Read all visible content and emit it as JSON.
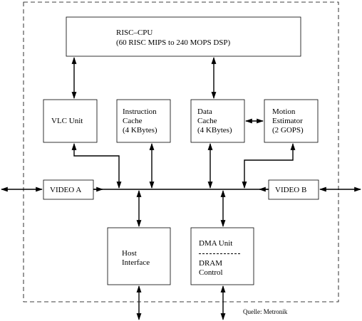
{
  "blocks": {
    "cpu": {
      "line1": "RISC–CPU",
      "line2": "(60 RISC MIPS to 240 MOPS DSP)"
    },
    "vlc": {
      "label": "VLC Unit"
    },
    "icache": {
      "line1": "Instruction",
      "line2": "Cache",
      "line3": "(4 KBytes)"
    },
    "dcache": {
      "line1": "Data",
      "line2": "Cache",
      "line3": "(4 KBytes)"
    },
    "motion": {
      "line1": "Motion",
      "line2": "Estimator",
      "line3": "(2 GOPS)"
    },
    "video_a": {
      "label": "VIDEO A"
    },
    "video_b": {
      "label": "VIDEO B"
    },
    "host": {
      "line1": "Host",
      "line2": "Interface"
    },
    "dma": {
      "line1": "DMA Unit",
      "line2": "DRAM",
      "line3": "Control"
    }
  },
  "source": "Quelle: Metronik"
}
